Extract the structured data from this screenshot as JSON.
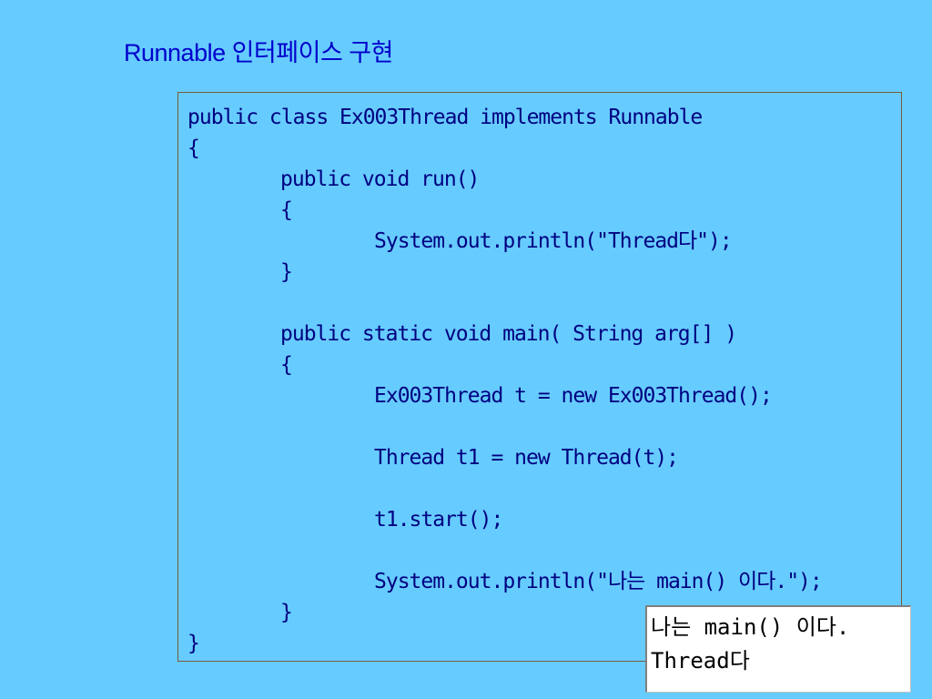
{
  "slide": {
    "title": "Runnable 인터페이스 구현"
  },
  "code": {
    "lines": [
      "public class Ex003Thread implements Runnable",
      "{",
      "public void run()",
      "{",
      "System.out.println(\"Thread다\");",
      "}",
      "public static void main( String arg[] )",
      "{",
      "Ex003Thread t = new Ex003Thread();",
      "Thread t1 = new Thread(t);",
      "t1.start();",
      "System.out.println(\"나는 main() 이다.\");",
      "}",
      "}"
    ]
  },
  "output": {
    "lines": [
      "나는 main() 이다.",
      "Thread다"
    ]
  },
  "colors": {
    "background": "#66CCFF",
    "title": "#0000CC",
    "code_text": "#000080",
    "box_border": "#7A5A3A",
    "output_bg": "#FFFFFF"
  }
}
